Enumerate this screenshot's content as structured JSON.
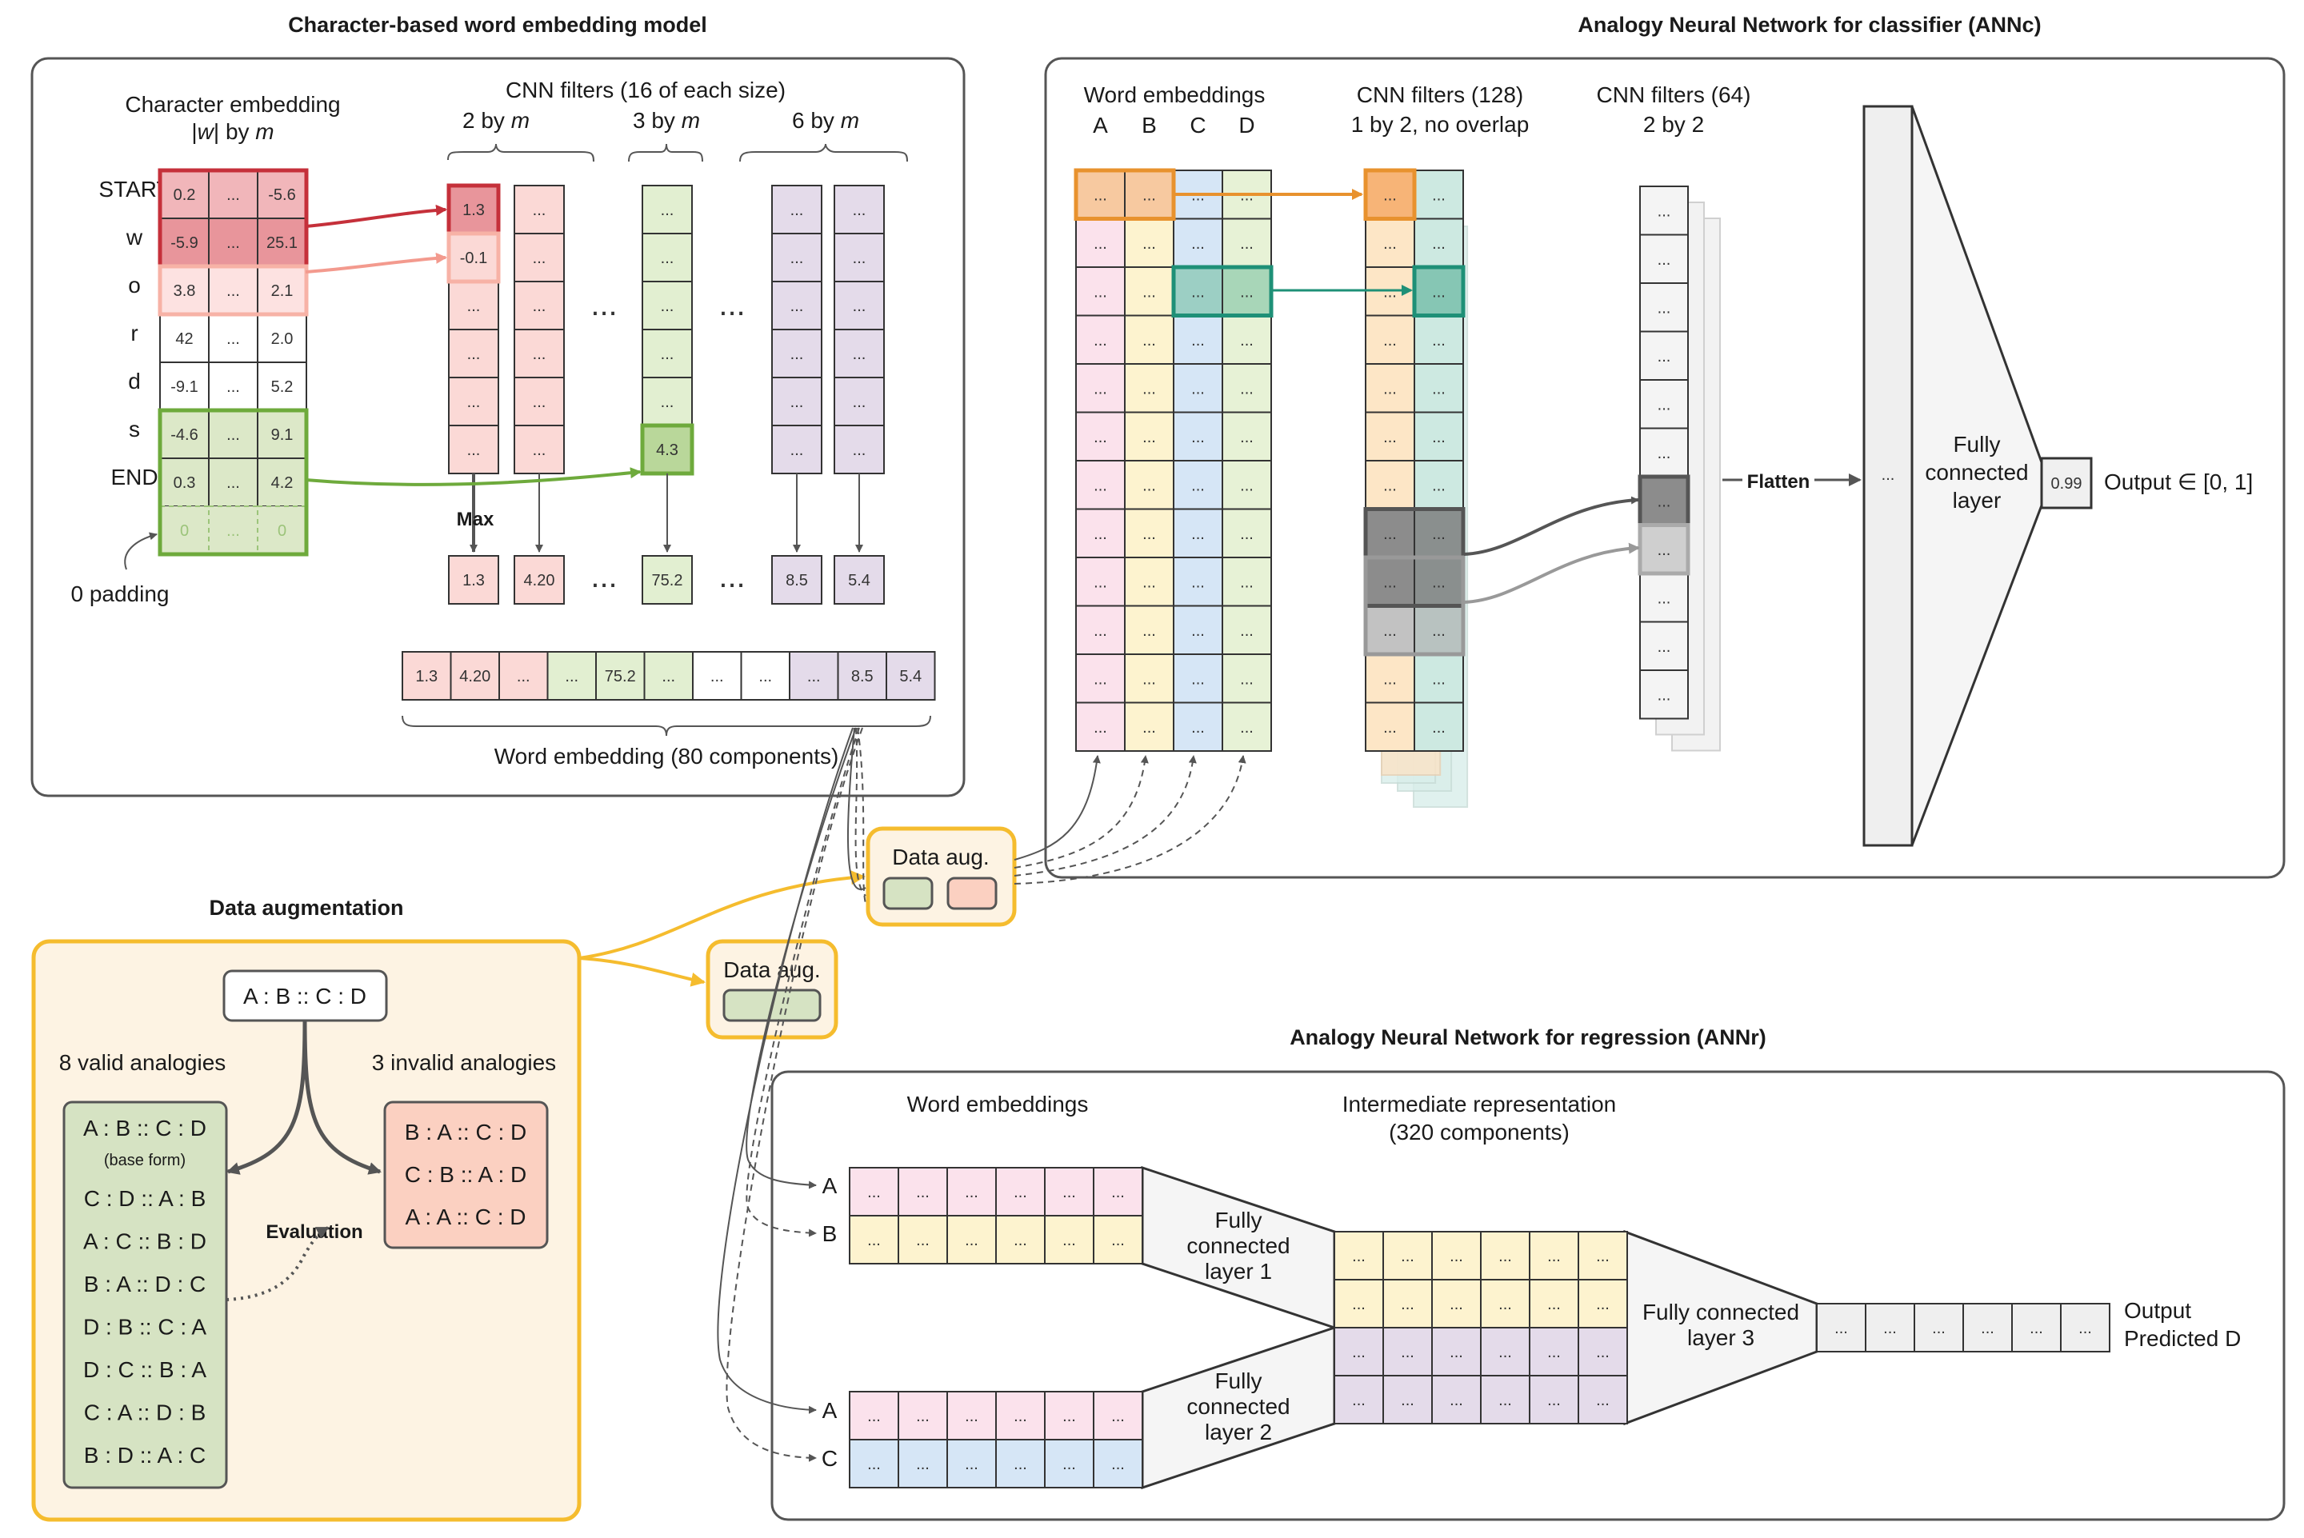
{
  "titles": {
    "char_model": "Character-based word embedding model",
    "annc": "Analogy Neural Network for classifier (ANNc)",
    "data_aug": "Data augmentation",
    "annr": "Analogy Neural Network for regression (ANNr)"
  },
  "char_model": {
    "char_embedding_line1": "Character embedding",
    "char_embedding_w": "w",
    "char_embedding_by": "by",
    "char_embedding_m": "m",
    "row_labels": [
      "START",
      "w",
      "o",
      "r",
      "d",
      "s",
      "END"
    ],
    "rows": [
      [
        "0.2",
        "...",
        "-5.6"
      ],
      [
        "-5.9",
        "...",
        "25.1"
      ],
      [
        "3.8",
        "...",
        "2.1"
      ],
      [
        "42",
        "...",
        "2.0"
      ],
      [
        "-9.1",
        "...",
        "5.2"
      ],
      [
        "-4.6",
        "...",
        "9.1"
      ],
      [
        "0.3",
        "...",
        "4.2"
      ],
      [
        "0",
        "...",
        "0"
      ]
    ],
    "padding_label": "0 padding",
    "cnn_title": "CNN filters (16 of each size)",
    "filter_sizes": [
      "2 by",
      "3 by",
      "6 by"
    ],
    "m": "m",
    "filter1_values": [
      "1.3",
      "-0.1"
    ],
    "filter3_value": "4.3",
    "max_label": "Max",
    "pooled": [
      "1.3",
      "4.20",
      "75.2",
      "8.5",
      "5.4"
    ],
    "embedding": [
      "1.3",
      "4.20",
      "...",
      "...",
      "75.2",
      "...",
      "...",
      "...",
      "...",
      "8.5",
      "5.4"
    ],
    "embedding_label": "Word embedding (80 components)",
    "ellipsis": "..."
  },
  "annc": {
    "word_embeddings": "Word embeddings",
    "columns": [
      "A",
      "B",
      "C",
      "D"
    ],
    "cnn1_line1": "CNN filters (128)",
    "cnn1_line2": "1 by 2, no overlap",
    "cnn2_line1": "CNN filters (64)",
    "cnn2_line2": "2 by 2",
    "flatten": "Flatten",
    "fc_lines": [
      "Fully",
      "connected",
      "layer"
    ],
    "output_value": "0.99",
    "output_label": "Output ∈ [0, 1]",
    "ellipsis": "..."
  },
  "data_aug": {
    "box_label": "Data aug.",
    "base": "A : B :: C : D",
    "valid_title": "8 valid analogies",
    "invalid_title": "3 invalid analogies",
    "valid": [
      "A : B :: C : D",
      "C : D :: A : B",
      "A : C :: B : D",
      "B : A :: D : C",
      "D : B :: C : A",
      "D : C :: B : A",
      "C : A :: D : B",
      "B : D :: A : C"
    ],
    "base_form": "(base form)",
    "invalid": [
      "B : A :: C : D",
      "C : B :: A : D",
      "A : A :: C : D"
    ],
    "evaluation": "Evaluation"
  },
  "annr": {
    "word_embeddings": "Word embeddings",
    "inter_line1": "Intermediate representation",
    "inter_line2": "(320 components)",
    "row_labels_top": [
      "A",
      "B"
    ],
    "row_labels_bottom": [
      "A",
      "C"
    ],
    "fc1": [
      "Fully",
      "connected",
      "layer 1"
    ],
    "fc2": [
      "Fully",
      "connected",
      "layer 2"
    ],
    "fc3": [
      "Fully connected",
      "layer 3"
    ],
    "output_line1": "Output",
    "output_line2": "Predicted D",
    "ellipsis": "..."
  },
  "colors": {
    "red_dark": "#c5303a",
    "red_mid": "#e08f93",
    "red_light": "#fbd5d5",
    "salmon": "#f7b2a6",
    "green": "#6eaa3c",
    "green_light": "#dde9c9",
    "orange": "#e8922e",
    "teal": "#1e9077",
    "gold": "#f5bc2e",
    "cream": "#fdf3e3",
    "pink": "#fbe2ec",
    "yellow": "#fdf3cf",
    "blue": "#d6e6f6",
    "lime": "#e7f2d6",
    "purple": "#e4dbea",
    "gray": "#efefef"
  }
}
